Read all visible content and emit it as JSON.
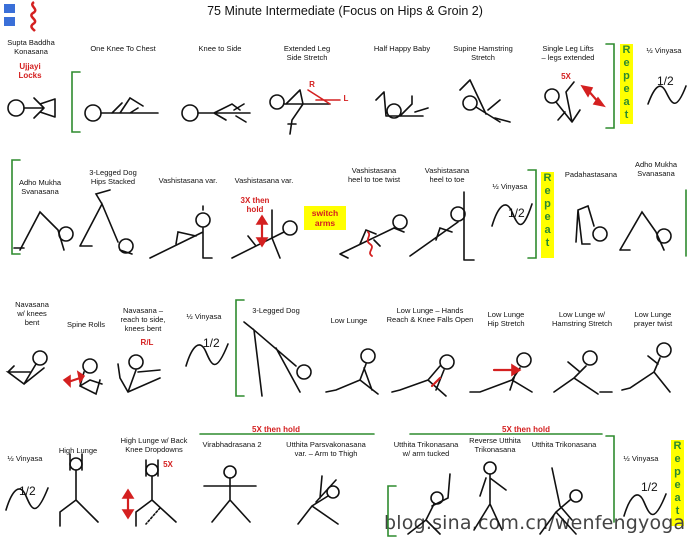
{
  "title": "75 Minute Intermediate (Focus on Hips & Groin 2)",
  "watermark": "blog.sina.com.cn/wenfengyoga",
  "row1": {
    "poses": [
      "Supta Baddha\nKonasana",
      "One Knee To Chest",
      "Knee to Side",
      "Extended Leg\nSide Stretch",
      "Half Happy Baby",
      "Supine Hamstring\nStretch",
      "Single Leg Lifts\n– legs extended",
      "½ Vinyasa"
    ],
    "note_ujjayi": "Ujjayi\nLocks",
    "mark_r": "R",
    "mark_l": "L",
    "note_5x": "5X",
    "repeat": "R\ne\np\ne\na\nt",
    "fraction": "1/2"
  },
  "row2": {
    "poses": [
      "Adho Mukha\nSvanasana",
      "3-Legged Dog\nHips Stacked",
      "Vashistasana var.",
      "Vashistasana var.",
      "Vashistasana\nheel to toe twist",
      "Vashistasana\nheel to toe",
      "½ Vinyasa",
      "Padahastasana",
      "Adho Mukha\nSvanasana"
    ],
    "note_hold": "3X then\nhold",
    "switch_arms": "switch\narms",
    "repeat": "R\ne\np\ne\na\nt",
    "fraction": "1/2"
  },
  "row3": {
    "poses": [
      "Navasana\nw/ knees\nbent",
      "Spine Rolls",
      "Navasana –\nreach to side,\nknees bent",
      "½ Vinyasa",
      "3-Legged Dog",
      "Low Lunge",
      "Low Lunge – Hands\nReach & Knee Falls Open",
      "Low Lunge\nHip Stretch",
      "Low Lunge w/\nHamstring Stretch",
      "Low Lunge\nprayer twist"
    ],
    "note_rl": "R/L",
    "fraction": "1/2"
  },
  "row4": {
    "poses": [
      "½ Vinyasa",
      "High Lunge",
      "High Lunge w/ Back\nKnee Dropdowns",
      "Virabhadrasana 2",
      "Utthita Parsvakonasana\nvar. – Arm to Thigh",
      "Utthita Trikonasana\nw/ arm tucked",
      "Reverse Utthita\nTrikonasana",
      "Utthita Trikonasana",
      "½ Vinyasa"
    ],
    "note_5x_hold_a": "5X then hold",
    "note_5x_hold_b": "5X then hold",
    "note_5x": "5X",
    "repeat": "R\ne\np\ne\na\nt",
    "fraction_a": "1/2",
    "fraction_b": "1/2"
  },
  "colors": {
    "ink": "#111111",
    "red": "#d42020",
    "green": "#2e8b2e",
    "yellow": "#ffff00",
    "blue": "#3a6fd8"
  }
}
